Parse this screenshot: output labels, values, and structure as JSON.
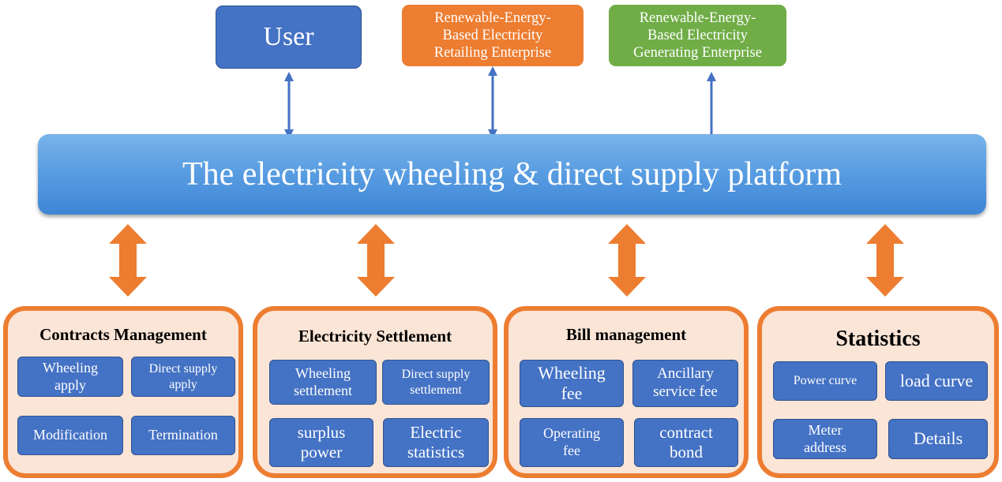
{
  "top": {
    "user": "User",
    "retailer": "Renewable-Energy-\nBased Electricity\nRetailing Enterprise",
    "generator": "Renewable-Energy-\nBased Electricity\nGenerating Enterprise"
  },
  "platform": "The electricity wheeling & direct supply platform",
  "modules": [
    {
      "title": "Contracts Management",
      "items": [
        "Wheeling\napply",
        "Direct supply\napply",
        "Modification",
        "Termination"
      ]
    },
    {
      "title": "Electricity Settlement",
      "items": [
        "Wheeling\nsettlement",
        "Direct supply\nsettlement",
        "surplus\npower",
        "Electric\nstatistics"
      ]
    },
    {
      "title": "Bill management",
      "items": [
        "Wheeling\nfee",
        "Ancillary\nservice fee",
        "Operating\nfee",
        "contract\nbond"
      ]
    },
    {
      "title": "Statistics",
      "items": [
        "Power curve",
        "load curve",
        "Meter\naddress",
        "Details"
      ]
    }
  ],
  "colors": {
    "blue": "#4472c4",
    "orange": "#ed7d31",
    "green": "#70ad47",
    "module_fill": "#fbe5d6"
  }
}
